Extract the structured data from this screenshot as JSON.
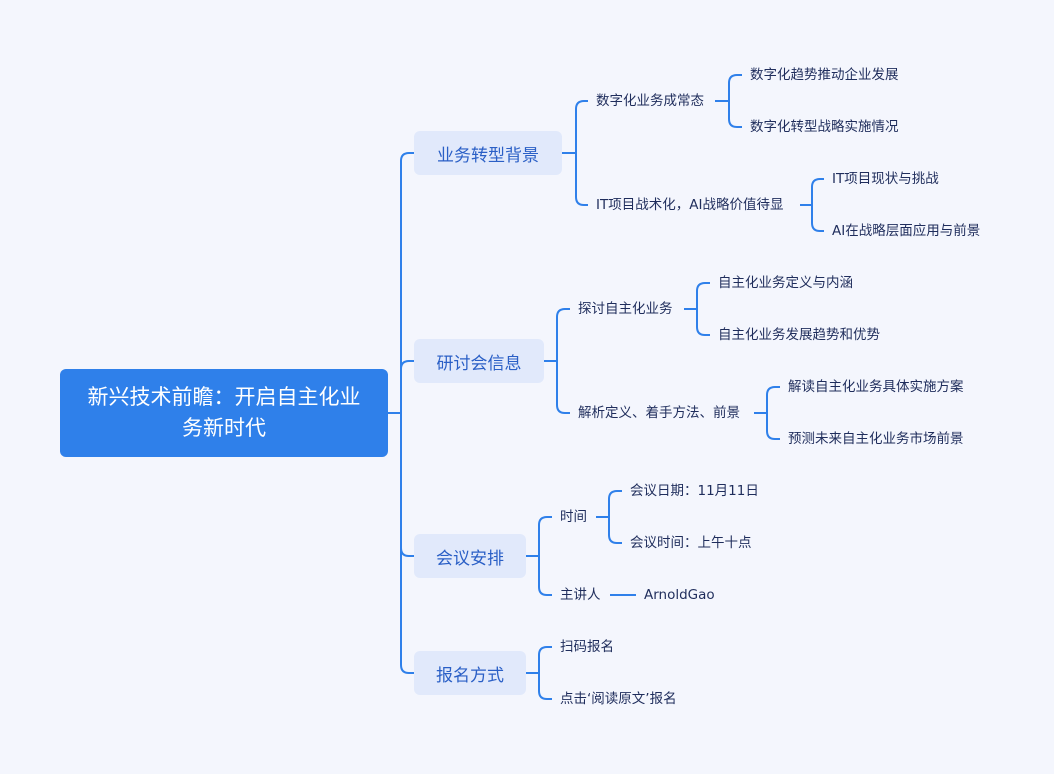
{
  "root": {
    "title": "新兴技术前瞻：开启自主化业务新时代"
  },
  "branches": [
    {
      "label": "业务转型背景",
      "children": [
        {
          "label": "数字化业务成常态",
          "children": [
            "数字化趋势推动企业发展",
            "数字化转型战略实施情况"
          ]
        },
        {
          "label": "IT项目战术化，AI战略价值待显",
          "children": [
            "IT项目现状与挑战",
            "AI在战略层面应用与前景"
          ]
        }
      ]
    },
    {
      "label": "研讨会信息",
      "children": [
        {
          "label": "探讨自主化业务",
          "children": [
            "自主化业务定义与内涵",
            "自主化业务发展趋势和优势"
          ]
        },
        {
          "label": "解析定义、着手方法、前景",
          "children": [
            "解读自主化业务具体实施方案",
            "预测未来自主化业务市场前景"
          ]
        }
      ]
    },
    {
      "label": "会议安排",
      "children": [
        {
          "label": "时间",
          "children": [
            "会议日期：11月11日",
            "会议时间：上午十点"
          ]
        },
        {
          "label": "主讲人",
          "children": [
            "ArnoldGao"
          ]
        }
      ]
    },
    {
      "label": "报名方式",
      "children": [
        {
          "label": "扫码报名"
        },
        {
          "label": "点击‘阅读原文’报名"
        }
      ]
    }
  ],
  "colors": {
    "line": "#2f80ea",
    "root": "#2f80ea",
    "branch_bg": "#e1e9fb",
    "background": "#f4f6fd"
  }
}
